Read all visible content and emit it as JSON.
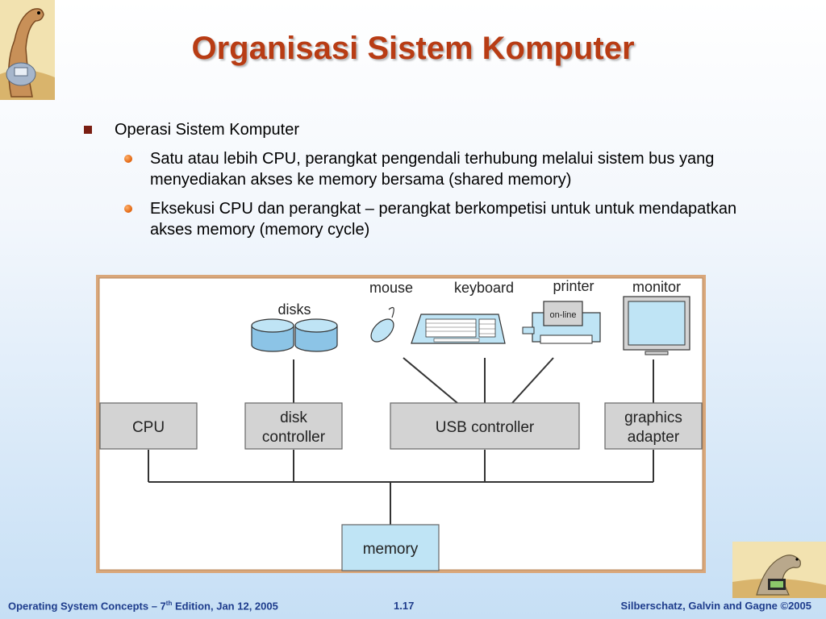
{
  "slide": {
    "title": "Organisasi Sistem Komputer",
    "bullet_main": "Operasi Sistem Komputer",
    "sub_bullets": [
      "Satu atau lebih CPU, perangkat pengendali terhubung melalui sistem bus yang menyediakan akses ke memory bersama (shared memory)",
      "Eksekusi CPU dan perangkat – perangkat berkompetisi untuk untuk mendapatkan akses memory (memory cycle)"
    ]
  },
  "diagram": {
    "devices": {
      "disks": "disks",
      "mouse": "mouse",
      "keyboard": "keyboard",
      "printer": "printer",
      "printer_panel": "on-line",
      "monitor": "monitor"
    },
    "boxes": {
      "cpu": "CPU",
      "disk_controller": [
        "disk",
        "controller"
      ],
      "usb_controller": "USB controller",
      "graphics_adapter": [
        "graphics",
        "adapter"
      ],
      "memory": "memory"
    }
  },
  "footer": {
    "left_prefix": "Operating System Concepts – 7",
    "left_sup": "th",
    "left_suffix": " Edition, Jan 12, 2005",
    "page": "1.17",
    "right": "Silberschatz, Galvin and Gagne ©2005"
  },
  "colors": {
    "title": "#b83c14",
    "footer": "#1e3c8c",
    "box": "#d3d3d3",
    "memory_box": "#bfe4f5",
    "frame": "#d9a77a"
  }
}
